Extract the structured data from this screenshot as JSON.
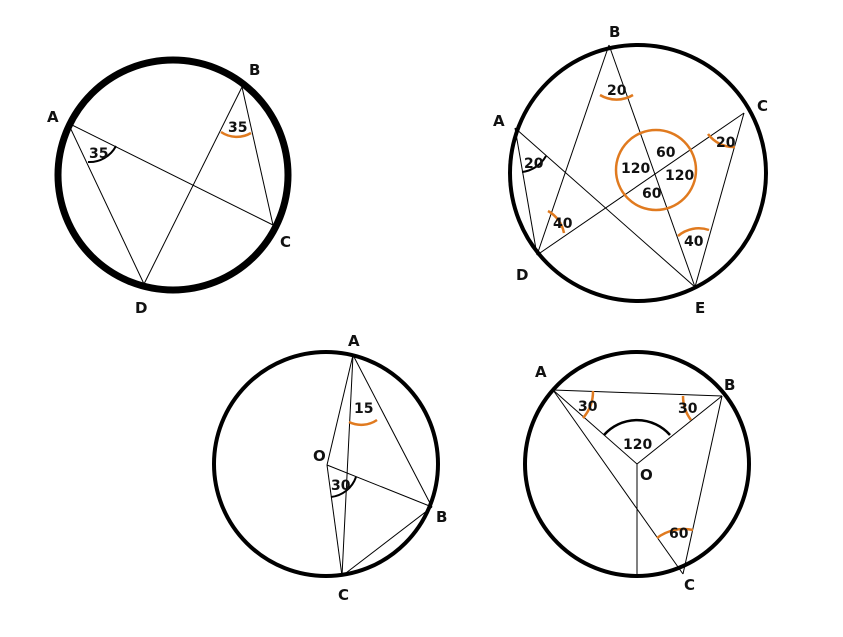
{
  "colors": {
    "stroke": "#000000",
    "accent": "#e07a1f",
    "background": "#ffffff"
  },
  "figures": [
    {
      "id": "fig1",
      "points": {
        "A": "A",
        "B": "B",
        "C": "C",
        "D": "D"
      },
      "angles": [
        "35",
        "35"
      ]
    },
    {
      "id": "fig2",
      "points": {
        "A": "A",
        "B": "B",
        "C": "C",
        "D": "D",
        "E": "E"
      },
      "angles": [
        "20",
        "20",
        "20",
        "40",
        "40",
        "120",
        "60",
        "120",
        "60"
      ]
    },
    {
      "id": "fig3",
      "points": {
        "A": "A",
        "B": "B",
        "C": "C",
        "O": "O"
      },
      "angles": [
        "15",
        "30"
      ]
    },
    {
      "id": "fig4",
      "points": {
        "A": "A",
        "B": "B",
        "C": "C",
        "O": "O"
      },
      "angles": [
        "30",
        "30",
        "120",
        "60"
      ]
    }
  ]
}
